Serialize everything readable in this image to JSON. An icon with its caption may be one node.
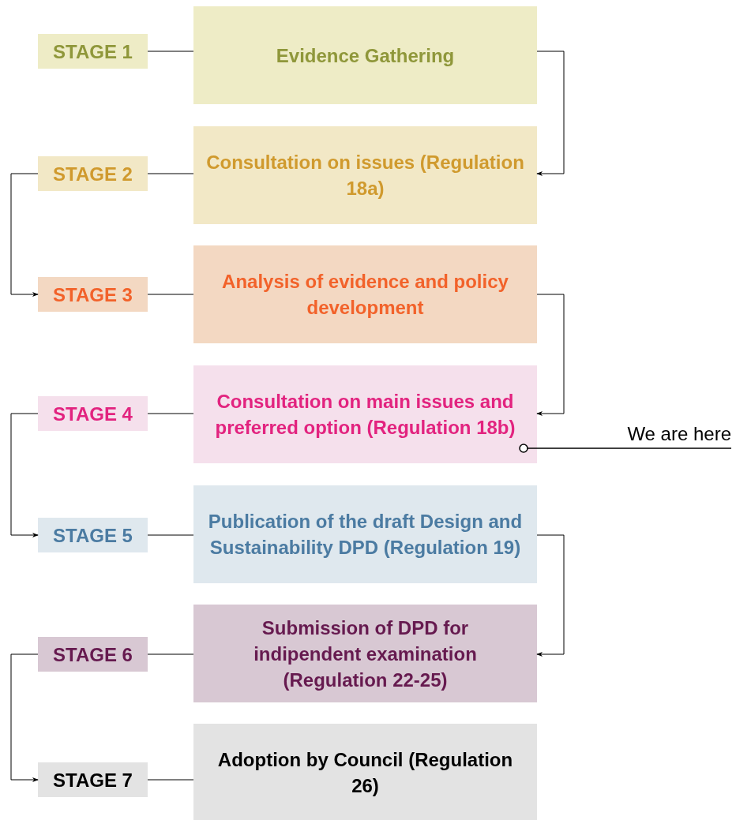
{
  "diagram": {
    "nodes": [
      {
        "text": [
          "STAGE 1"
        ]
      },
      {
        "text": [
          "Evidence Gathering"
        ]
      },
      {
        "text": [
          "STAGE 2"
        ]
      },
      {
        "text": [
          "Consultation on issues (Regulation 18a)"
        ]
      },
      {
        "text": [
          "STAGE 3"
        ]
      },
      {
        "text": [
          "Analysis of evidence and policy development"
        ]
      },
      {
        "text": [
          "STAGE 4"
        ]
      },
      {
        "text": [
          "Consultation on main issues and preferred option (Regulation 18b)"
        ]
      },
      {
        "text": [
          "STAGE 5"
        ]
      },
      {
        "text": [
          "Publication of the draft Design and Sustainability DPD (Regulation 19)"
        ]
      },
      {
        "text": [
          "STAGE 6"
        ]
      },
      {
        "text": [
          "Submission of DPD for indipendent examination (Regulation 22-25)"
        ]
      },
      {
        "text": [
          "STAGE 7"
        ]
      },
      {
        "text": [
          "Adoption by Council (Regulation 26)"
        ]
      },
      {
        "text": [
          "We are here"
        ]
      }
    ],
    "edges": [
      {
        "from": 0,
        "to": 1,
        "arrow": "none"
      },
      {
        "from": 2,
        "to": 3,
        "arrow": "none"
      },
      {
        "from": 4,
        "to": 5,
        "arrow": "none"
      },
      {
        "from": 6,
        "to": 7,
        "arrow": "none"
      },
      {
        "from": 8,
        "to": 9,
        "arrow": "none"
      },
      {
        "from": 10,
        "to": 11,
        "arrow": "none"
      },
      {
        "from": 12,
        "to": 13,
        "arrow": "none"
      },
      {
        "from": 1,
        "to": 3,
        "arrow": "to"
      },
      {
        "from": 2,
        "to": 4,
        "arrow": "to"
      },
      {
        "from": 5,
        "to": 7,
        "arrow": "to"
      },
      {
        "from": 6,
        "to": 8,
        "arrow": "to"
      },
      {
        "from": 9,
        "to": 11,
        "arrow": "to"
      },
      {
        "from": 10,
        "to": 12,
        "arrow": "to"
      },
      {
        "from": 14,
        "to": 7,
        "arrow": "other"
      }
    ]
  }
}
